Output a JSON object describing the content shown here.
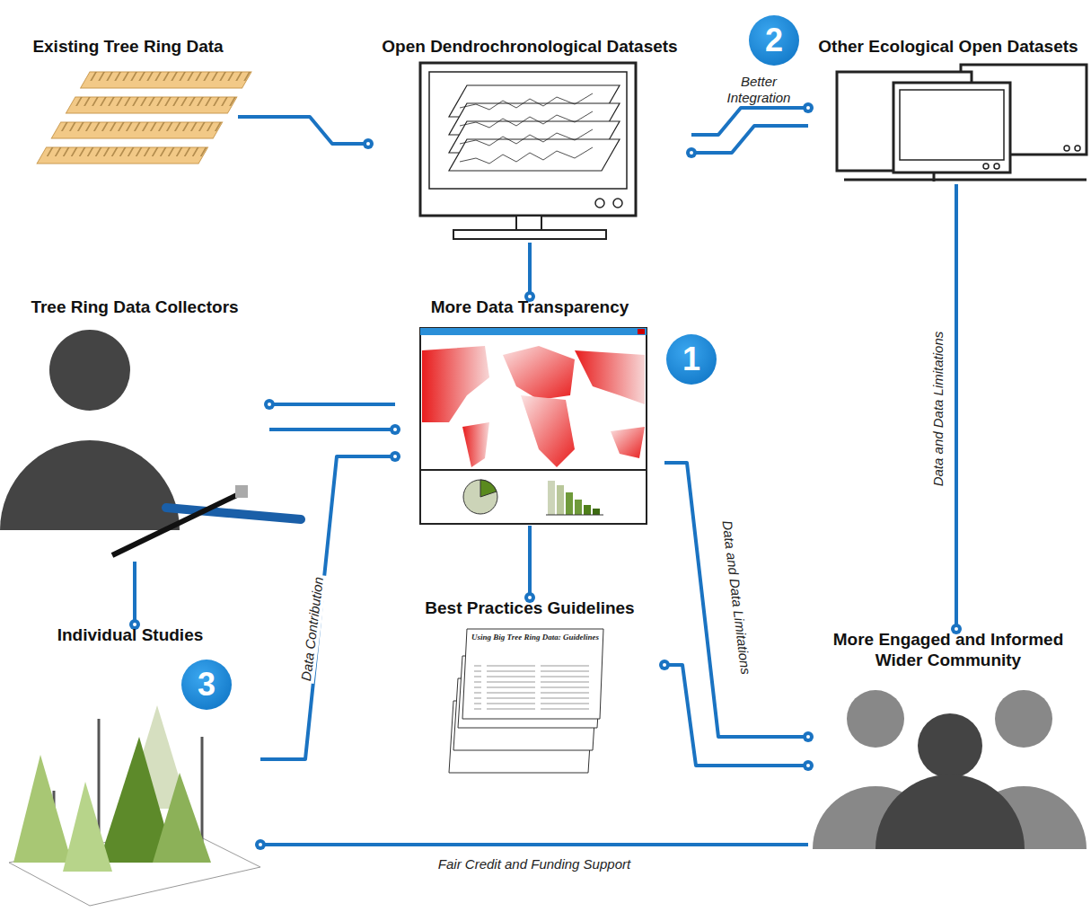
{
  "diagram": {
    "nodes": [
      {
        "text": [
          "Existing Tree Ring Data"
        ]
      },
      {
        "text": [
          "Open Dendrochronological Datasets"
        ]
      },
      {
        "text": [
          "Other Ecological Open Datasets"
        ]
      },
      {
        "text": [
          "Tree Ring Data Collectors"
        ]
      },
      {
        "text": [
          "More Data Transparency"
        ]
      },
      {
        "text": [
          "Best Practices Guidelines"
        ]
      },
      {
        "text": [
          "Individual Studies"
        ]
      },
      {
        "text": [
          "More Engaged and Informed Wider Community"
        ]
      }
    ],
    "edges": [
      {
        "from": 0,
        "to": 1,
        "arrow": "to"
      },
      {
        "from": 1,
        "to": 2,
        "arrow": "to",
        "label": "Better Integration"
      },
      {
        "from": 2,
        "to": 1,
        "arrow": "to"
      },
      {
        "from": 1,
        "to": 4,
        "arrow": "to"
      },
      {
        "from": 4,
        "to": 3,
        "arrow": "to"
      },
      {
        "from": 3,
        "to": 4,
        "arrow": "to"
      },
      {
        "from": 6,
        "to": 4,
        "arrow": "to",
        "label": "Data Contribution"
      },
      {
        "from": 3,
        "to": 6,
        "arrow": "to"
      },
      {
        "from": 4,
        "to": 5,
        "arrow": "to"
      },
      {
        "from": 4,
        "to": 7,
        "arrow": "to",
        "label": "Data and Data Limitations"
      },
      {
        "from": 2,
        "to": 7,
        "arrow": "to",
        "label": "Data and Data Limitations"
      },
      {
        "from": 7,
        "to": 5,
        "arrow": "both"
      },
      {
        "from": 7,
        "to": 6,
        "arrow": "to",
        "label": "Fair Credit and Funding Support"
      }
    ],
    "labels": [
      "1",
      "2",
      "3",
      "Using Big Tree Ring Data: Guidelines"
    ]
  }
}
